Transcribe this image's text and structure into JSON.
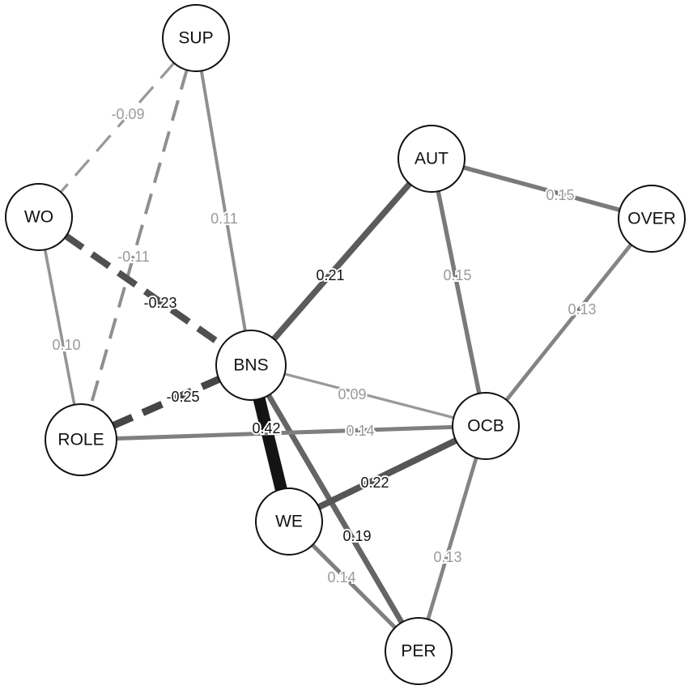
{
  "nodes": [
    {
      "id": "SUP",
      "label": "SUP"
    },
    {
      "id": "WO",
      "label": "WO"
    },
    {
      "id": "AUT",
      "label": "AUT"
    },
    {
      "id": "OVER",
      "label": "OVER"
    },
    {
      "id": "BNS",
      "label": "BNS"
    },
    {
      "id": "ROLE",
      "label": "ROLE"
    },
    {
      "id": "OCB",
      "label": "OCB"
    },
    {
      "id": "WE",
      "label": "WE"
    },
    {
      "id": "PER",
      "label": "PER"
    }
  ],
  "edges": [
    {
      "from": "SUP",
      "to": "WO",
      "label": "-0.09",
      "value": -0.09
    },
    {
      "from": "SUP",
      "to": "ROLE",
      "label": "-0.11",
      "value": -0.11
    },
    {
      "from": "SUP",
      "to": "BNS",
      "label": "0.11",
      "value": 0.11
    },
    {
      "from": "WO",
      "to": "BNS",
      "label": "-0.23",
      "value": -0.23
    },
    {
      "from": "WO",
      "to": "ROLE",
      "label": "0.10",
      "value": 0.1
    },
    {
      "from": "AUT",
      "to": "BNS",
      "label": "0.21",
      "value": 0.21
    },
    {
      "from": "AUT",
      "to": "OVER",
      "label": "0.15",
      "value": 0.15
    },
    {
      "from": "AUT",
      "to": "OCB",
      "label": "0.15",
      "value": 0.15
    },
    {
      "from": "OVER",
      "to": "OCB",
      "label": "0.13",
      "value": 0.13
    },
    {
      "from": "BNS",
      "to": "ROLE",
      "label": "-0.25",
      "value": -0.25
    },
    {
      "from": "BNS",
      "to": "OCB",
      "label": "0.09",
      "value": 0.09
    },
    {
      "from": "BNS",
      "to": "WE",
      "label": "0.42",
      "value": 0.42
    },
    {
      "from": "BNS",
      "to": "PER",
      "label": "0.19",
      "value": 0.19
    },
    {
      "from": "ROLE",
      "to": "OCB",
      "label": "0.14",
      "value": 0.14
    },
    {
      "from": "WE",
      "to": "OCB",
      "label": "0.22",
      "value": 0.22
    },
    {
      "from": "WE",
      "to": "PER",
      "label": "0.14",
      "value": 0.14
    },
    {
      "from": "OCB",
      "to": "PER",
      "label": "0.13",
      "value": 0.13
    }
  ]
}
